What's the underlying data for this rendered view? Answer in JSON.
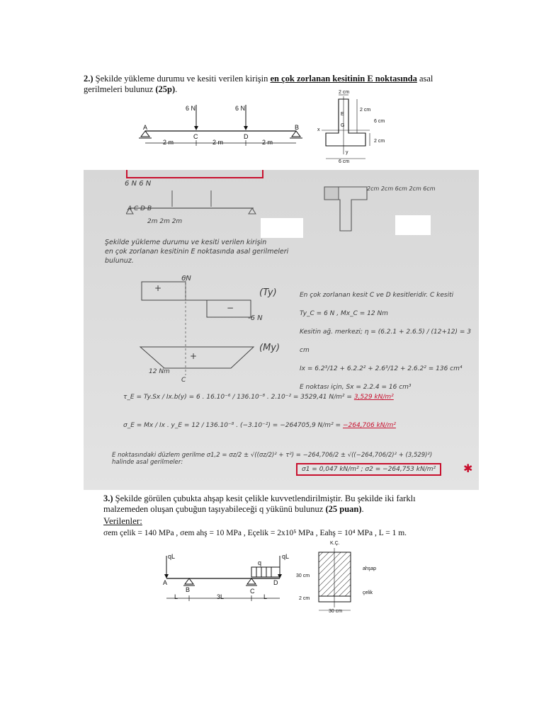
{
  "q2": {
    "number": "2.)",
    "text_a": "Şekilde yükleme durumu ve kesiti verilen kirişin",
    "text_b": "en çok zorlanan kesitinin E noktasında",
    "text_c": "asal",
    "text_d": "gerilmeleri bulunuz",
    "points": "(25p)",
    "dot": ".",
    "beam": {
      "load1": "6 N",
      "load2": "6 N",
      "A": "A",
      "B": "B",
      "C": "C",
      "D": "D",
      "span1": "2 m",
      "span2": "2 m",
      "span3": "2 m"
    },
    "section": {
      "top_w": "2 cm",
      "web_h": "2 cm",
      "total_h": "6 cm",
      "flange_h": "2 cm",
      "bottom_w": "6 cm",
      "E": "E",
      "G": "G",
      "x": "x",
      "y": "y"
    }
  },
  "solution": {
    "beam_loads": "6 N      6 N",
    "beam_supports": "A        C        D        B",
    "beam_spans": "2m      2m      2m",
    "section_dims": "2cm   2cm   6cm   2cm   6cm",
    "problem_line1": "Şekilde yükleme durumu ve kesiti verilen kirişin",
    "problem_line2": "en çok zorlanan kesitinin E noktasında asal gerilmeleri",
    "problem_line3": "bulunuz.",
    "shear_top": "6N",
    "shear_bottom": "-6 N",
    "shear_plus": "+",
    "shear_minus": "−",
    "Ty": "(Ty)",
    "My": "(My)",
    "moment_plus": "+",
    "moment_label": "12 Nm",
    "C_label": "C",
    "line1": "En çok zorlanan kesit C ve D kesitleridir. C kesiti",
    "line2": "Ty_C = 6 N ,   Mx_C = 12 Nm",
    "line3": "Kesitin ağ. merkezi;  η = (6.2.1 + 2.6.5) / (12+12) = 3 cm",
    "line4": "Ix = 6.2³/12 + 6.2.2² + 2.6³/12 + 2.6.2² = 136 cm⁴",
    "line5": "E noktası için,  Sx = 2.2.4 = 16 cm³",
    "tau": "τ_E = Ty.Sx / Ix.b(y) = 6 . 16.10⁻⁶ / 136.10⁻⁸ . 2.10⁻² = 3529,41 N/m² =",
    "tau_result": "3,529 kN/m²",
    "sigma": "σ_E = Mx / Ix . y_E = 12 / 136.10⁻⁸ . (−3.10⁻²) = −264705,9 N/m² =",
    "sigma_result": "−264,706 kN/m²",
    "principal": "E noktasındaki düzlem gerilme  σ1,2 = σz/2 ± √((σz/2)² + τ²) = −264,706/2 ± √((−264,706/2)² + (3,529)²)",
    "principal_tail": "halinde asal gerilmeler:",
    "final": "σ1 = 0,047 kN/m²  ;  σ2 = −264,753 kN/m²",
    "star": "✱"
  },
  "q3": {
    "number": "3.)",
    "line1": "Şekilde görülen çubukta ahşap kesit çelikle kuvvetlendirilmiştir. Bu şekilde iki farklı",
    "line2": "malzemeden oluşan çubuğun taşıyabileceği  q   yükünü bulunuz",
    "points": "(25 puan)",
    "dot": ".",
    "given_title": "Verilenler:",
    "given": "σem çelik = 140 MPa ,    σem ahş = 10 MPa ,    Eçelik = 2x10⁵ MPa ,    Eahş = 10⁴ MPa ,    L = 1 m.",
    "beam": {
      "qL1": "qL",
      "q": "q",
      "qL2": "qL",
      "A": "A",
      "B": "B",
      "C": "C",
      "D": "D",
      "L1": "L",
      "L3": "3L",
      "L2": "L"
    },
    "section": {
      "top": "K.Ç.",
      "h": "30 cm",
      "t": "2 cm",
      "w": "30 cm",
      "wood": "ahşap",
      "steel": "çelik"
    }
  }
}
